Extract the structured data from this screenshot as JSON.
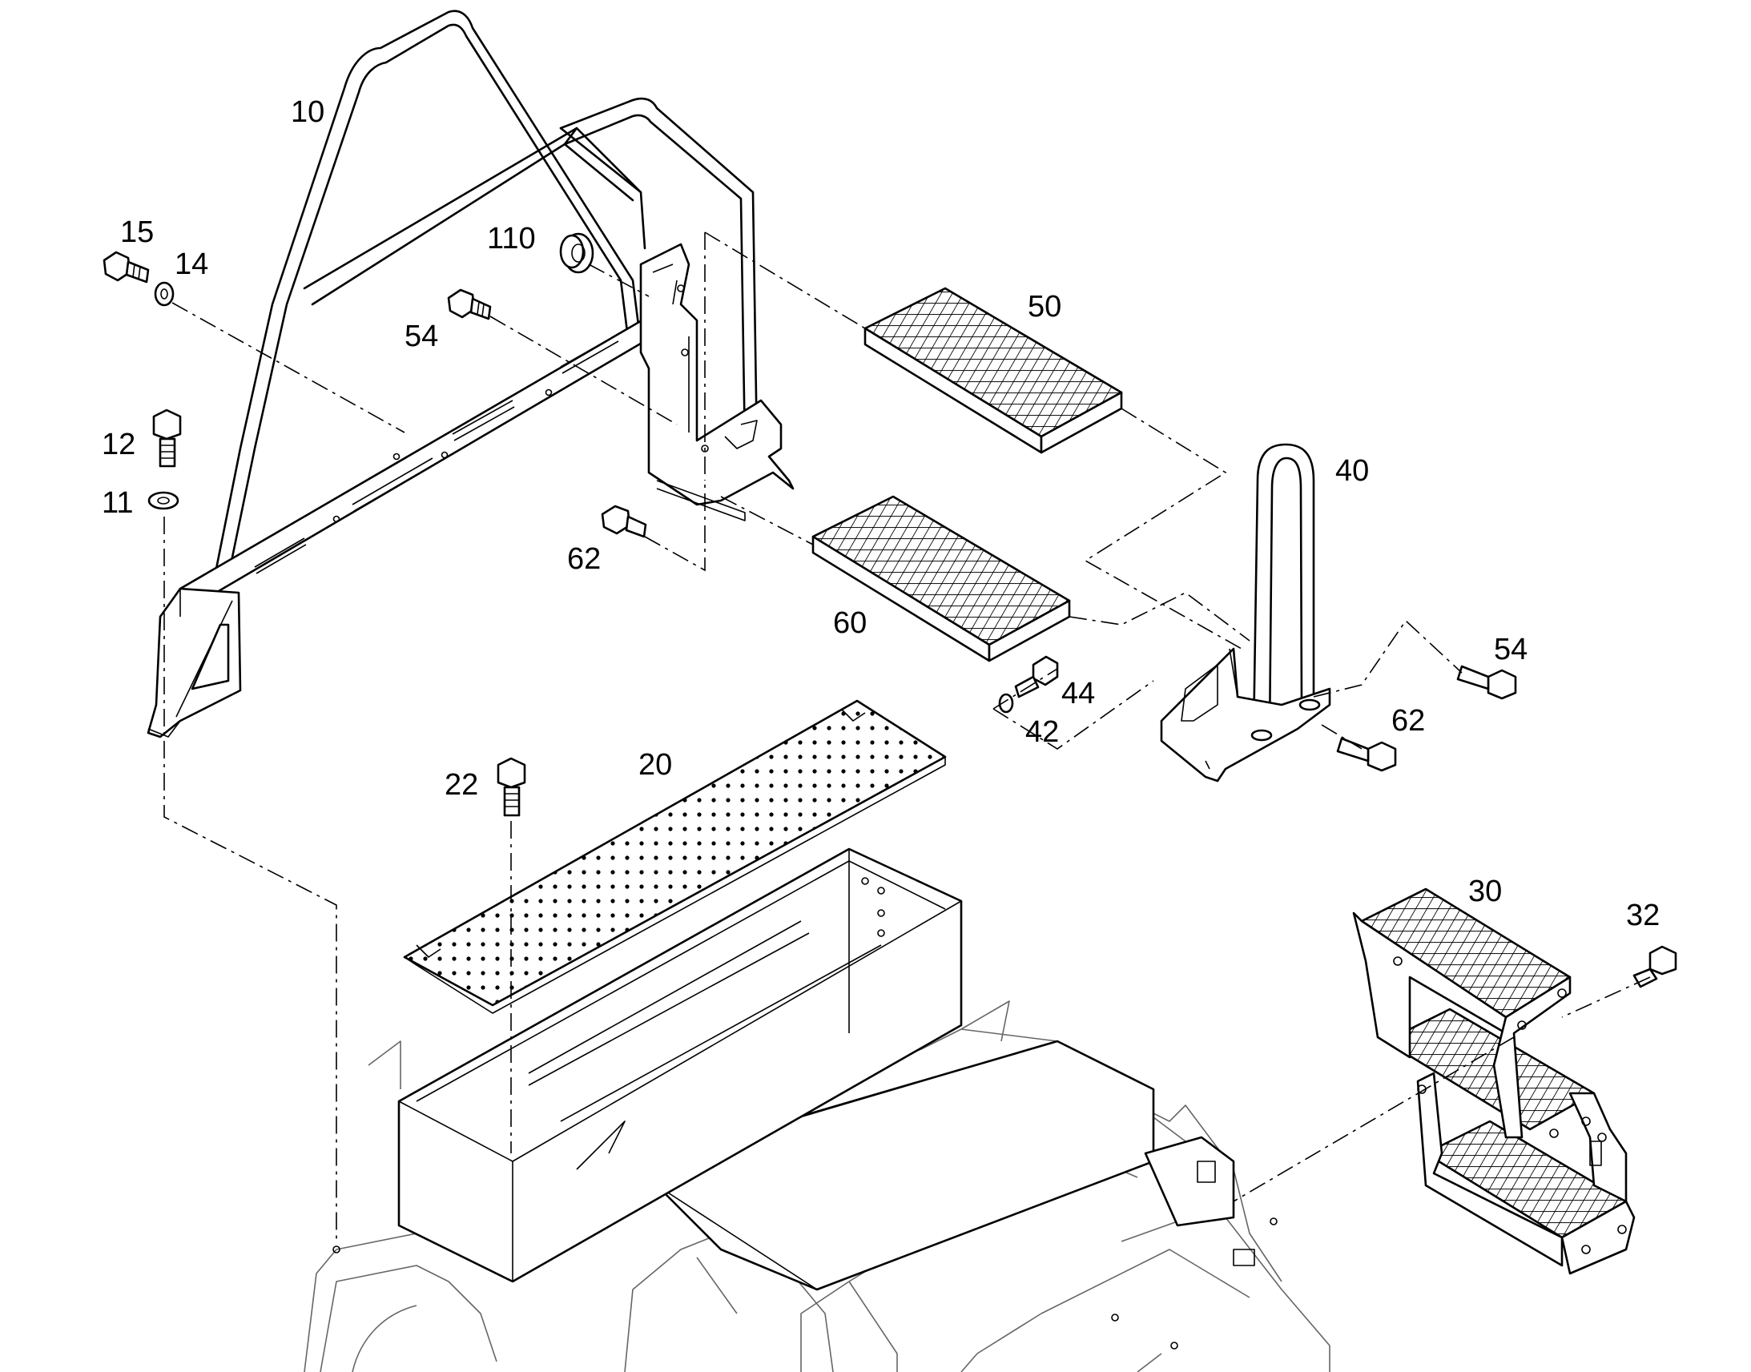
{
  "callouts": {
    "c10": "10",
    "c15": "15",
    "c14": "14",
    "c110": "110",
    "c54a": "54",
    "c12": "12",
    "c11": "11",
    "c62a": "62",
    "c50": "50",
    "c40": "40",
    "c60": "60",
    "c54b": "54",
    "c44": "44",
    "c42": "42",
    "c62b": "62",
    "c22": "22",
    "c20": "20",
    "c30": "30",
    "c32": "32"
  }
}
